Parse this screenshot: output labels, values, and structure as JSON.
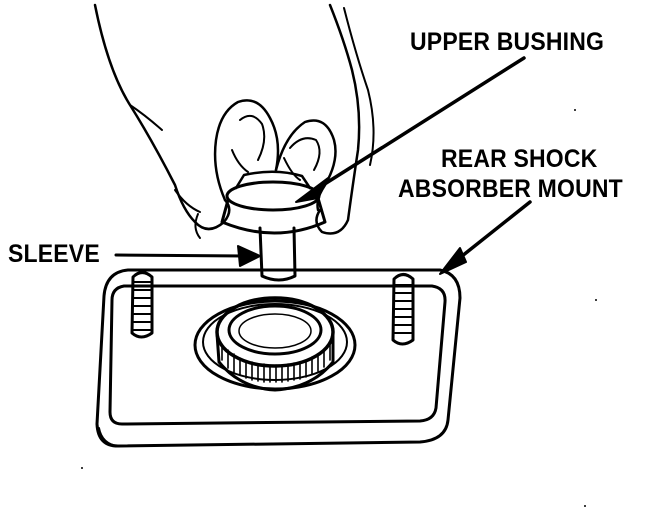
{
  "labels": {
    "upper_bushing": "UPPER BUSHING",
    "rear_mount_line1": "REAR SHOCK",
    "rear_mount_line2": "ABSORBER MOUNT",
    "sleeve": "SLEEVE"
  },
  "colors": {
    "ink": "#000000",
    "paper": "#ffffff"
  }
}
